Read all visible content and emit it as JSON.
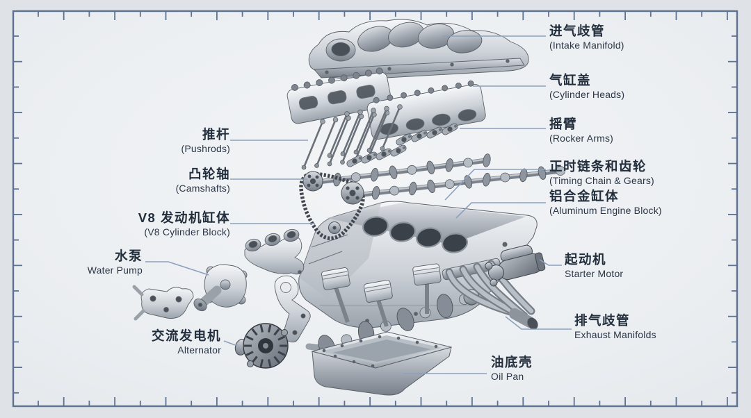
{
  "diagram": {
    "subject": "V8 engine exploded view",
    "labels": [
      {
        "id": "intake-manifold",
        "zh": "进气歧管",
        "en": "(Intake Manifold)"
      },
      {
        "id": "cylinder-heads",
        "zh": "气缸盖",
        "en": "(Cylinder Heads)"
      },
      {
        "id": "pushrods",
        "zh": "推杆",
        "en": "(Pushrods)"
      },
      {
        "id": "rocker-arms",
        "zh": "摇臂",
        "en": "(Rocker Arms)"
      },
      {
        "id": "camshafts",
        "zh": "凸轮轴",
        "en": "(Camshafts)"
      },
      {
        "id": "timing-chain-gears",
        "zh": "正时链条和齿轮",
        "en": "(Timing Chain & Gears)"
      },
      {
        "id": "v8-cylinder-block",
        "zh": "V8 发动机缸体",
        "en": "(V8 Cylinder Block)"
      },
      {
        "id": "aluminum-engine-block",
        "zh": "铝合金缸体",
        "en": "(Aluminum Engine Block)"
      },
      {
        "id": "water-pump",
        "zh": "水泵",
        "en": "Water Pump"
      },
      {
        "id": "starter-motor",
        "zh": "起动机",
        "en": "Starter Motor"
      },
      {
        "id": "alternator",
        "zh": "交流发电机",
        "en": "Alternator"
      },
      {
        "id": "exhaust-manifolds",
        "zh": "排气歧管",
        "en": "Exhaust Manifolds"
      },
      {
        "id": "oil-pan",
        "zh": "油底壳",
        "en": "Oil Pan"
      }
    ],
    "colors": {
      "frame": "#5d7191",
      "leader_line": "#8ca0bc",
      "label_text": "#232e3c",
      "background_outer": "#dfe3e7",
      "background_inner": "#eef0f3",
      "metal_light": "#f5f7f9",
      "metal_dark": "#6d747e"
    }
  }
}
